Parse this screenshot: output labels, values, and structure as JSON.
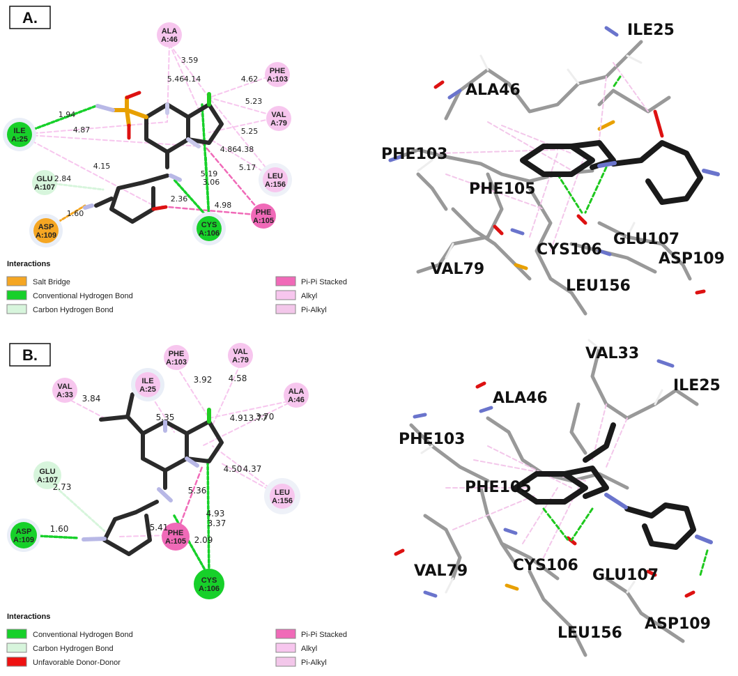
{
  "panels": [
    {
      "label": "A.",
      "residues": [
        {
          "text": [
            "ALA",
            "A:46"
          ]
        },
        {
          "text": [
            "PHE",
            "A:103"
          ]
        },
        {
          "text": [
            "VAL",
            "A:79"
          ]
        },
        {
          "text": [
            "ILE",
            "A:25"
          ]
        },
        {
          "text": [
            "GLU",
            "A:107"
          ]
        },
        {
          "text": [
            "LEU",
            "A:156"
          ]
        },
        {
          "text": [
            "ASP",
            "A:109"
          ]
        },
        {
          "text": [
            "CYS",
            "A:106"
          ]
        },
        {
          "text": [
            "PHE",
            "A:105"
          ]
        }
      ],
      "distances": [
        "3.59",
        "5.46",
        "4.14",
        "4.62",
        "5.23",
        "1.94",
        "4.87",
        "5.25",
        "4.86",
        "4.38",
        "4.15",
        "5.19",
        "3.06",
        "5.17",
        "2.84",
        "2.36",
        "4.98",
        "1.60"
      ],
      "legend": {
        "title": "Interactions",
        "items": [
          {
            "label": "Salt Bridge",
            "color": "#f5a623"
          },
          {
            "label": "Conventional Hydrogen Bond",
            "color": "#17d02a"
          },
          {
            "label": "Carbon Hydrogen Bond",
            "color": "#d7f5dc"
          },
          {
            "label": "Pi-Pi Stacked",
            "color": "#f06ab8"
          },
          {
            "label": "Alkyl",
            "color": "#f7c6ee"
          },
          {
            "label": "Pi-Alkyl",
            "color": "#f3c7ea"
          }
        ]
      },
      "residues_3d": [
        "ILE25",
        "ALA46",
        "PHE103",
        "PHE105",
        "CYS106",
        "GLU107",
        "ASP109",
        "VAL79",
        "LEU156"
      ]
    },
    {
      "label": "B.",
      "residues": [
        {
          "text": [
            "PHE",
            "A:103"
          ]
        },
        {
          "text": [
            "VAL",
            "A:79"
          ]
        },
        {
          "text": [
            "VAL",
            "A:33"
          ]
        },
        {
          "text": [
            "ILE",
            "A:25"
          ]
        },
        {
          "text": [
            "ALA",
            "A:46"
          ]
        },
        {
          "text": [
            "GLU",
            "A:107"
          ]
        },
        {
          "text": [
            "LEU",
            "A:156"
          ]
        },
        {
          "text": [
            "ASP",
            "A:109"
          ]
        },
        {
          "text": [
            "PHE",
            "A:105"
          ]
        },
        {
          "text": [
            "CYS",
            "A:106"
          ]
        }
      ],
      "distances": [
        "3.92",
        "4.58",
        "3.84",
        "3.70",
        "5.35",
        "4.91",
        "3.77",
        "4.50",
        "4.37",
        "2.73",
        "5.36",
        "4.93",
        "3.37",
        "1.60",
        "5.41",
        "2.09"
      ],
      "legend": {
        "title": "Interactions",
        "items": [
          {
            "label": "Conventional Hydrogen Bond",
            "color": "#17d02a"
          },
          {
            "label": "Carbon Hydrogen Bond",
            "color": "#d7f5dc"
          },
          {
            "label": "Unfavorable Donor-Donor",
            "color": "#ee1111"
          },
          {
            "label": "Pi-Pi Stacked",
            "color": "#f06ab8"
          },
          {
            "label": "Alkyl",
            "color": "#f7c6ee"
          },
          {
            "label": "Pi-Alkyl",
            "color": "#f3c7ea"
          }
        ]
      },
      "residues_3d": [
        "VAL33",
        "ILE25",
        "ALA46",
        "PHE103",
        "PHE105",
        "VAL79",
        "CYS106",
        "GLU107",
        "LEU156",
        "ASP109"
      ]
    }
  ]
}
